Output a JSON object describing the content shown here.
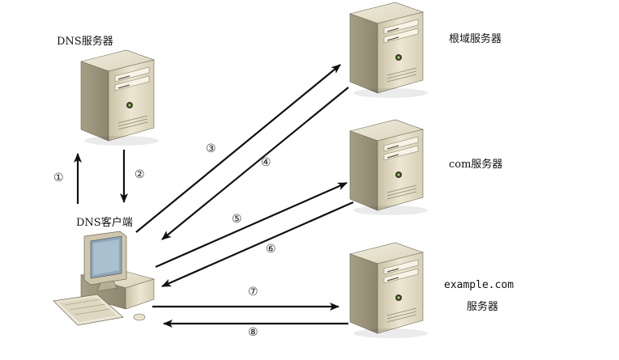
{
  "nodes": {
    "dns_server": {
      "label": "DNS服务器"
    },
    "dns_client": {
      "label": "DNS客户端"
    },
    "root_server": {
      "label": "根域服务器"
    },
    "com_server": {
      "label": "com服务器"
    },
    "example_server": {
      "label_line1": "example.com",
      "label_line2": "服务器"
    }
  },
  "steps": [
    "①",
    "②",
    "③",
    "④",
    "⑤",
    "⑥",
    "⑦",
    "⑧"
  ]
}
